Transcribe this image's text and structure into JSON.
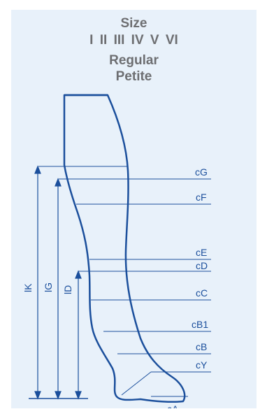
{
  "header": {
    "title": "Size",
    "sizes": "I II III IV V VI",
    "line1": "Regular",
    "line2": "Petite"
  },
  "measure_points": [
    "cG",
    "cF",
    "cE",
    "cD",
    "cC",
    "cB1",
    "cB",
    "cY",
    "cA"
  ],
  "lengths": [
    "lK",
    "lG",
    "lD"
  ],
  "colors": {
    "panel": "#e8f1fa",
    "line": "#1b4f9c",
    "header": "#6d6e71"
  }
}
